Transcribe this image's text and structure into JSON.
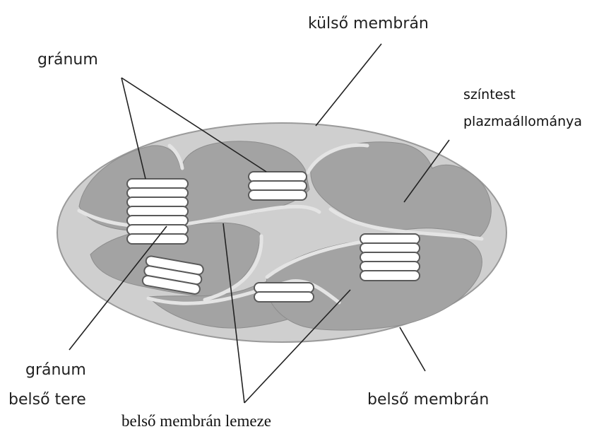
{
  "labels": {
    "outer_membrane": "külső membrán",
    "granum": "gránum",
    "stroma_line1": "színtest",
    "stroma_line2": "plazmaállománya",
    "thylakoid_space_line1": "gránum",
    "thylakoid_space_line2": "belső tere",
    "inner_membrane": "belső membrán",
    "lamella": "belső membrán lemeze"
  },
  "colors": {
    "outer_fill": "#cfcfcf",
    "outer_stroke": "#9a9a9a",
    "stroma_fill": "#a3a3a3",
    "inner_line": "#e4e4e4",
    "disc_fill": "#ffffff",
    "leader": "#222222"
  }
}
